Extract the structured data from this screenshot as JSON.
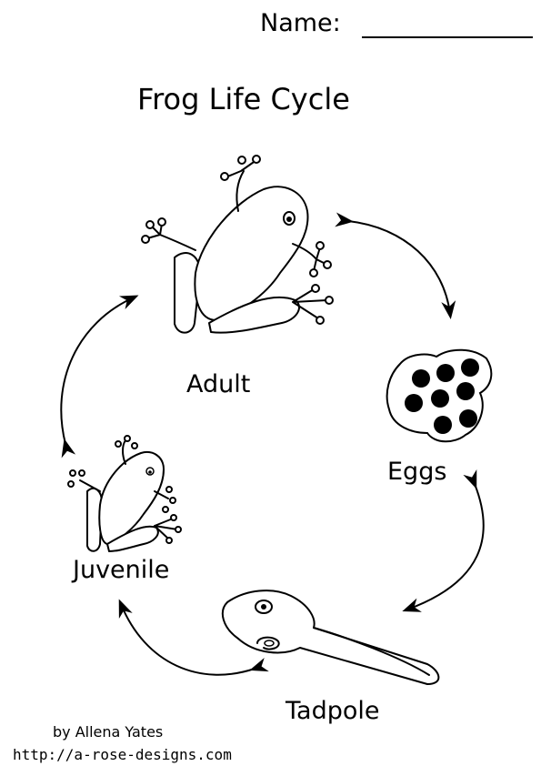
{
  "header": {
    "name_label": "Name:"
  },
  "title": "Frog Life Cycle",
  "stages": {
    "adult": "Adult",
    "eggs": "Eggs",
    "tadpole": "Tadpole",
    "juvenile": "Juvenile"
  },
  "credits": {
    "author": "by  Allena  Yates",
    "website": "http://a-rose-designs.com"
  },
  "icons": [
    "adult-frog-icon",
    "eggs-icon",
    "tadpole-icon",
    "juvenile-frog-icon",
    "cycle-arrow-icon"
  ]
}
